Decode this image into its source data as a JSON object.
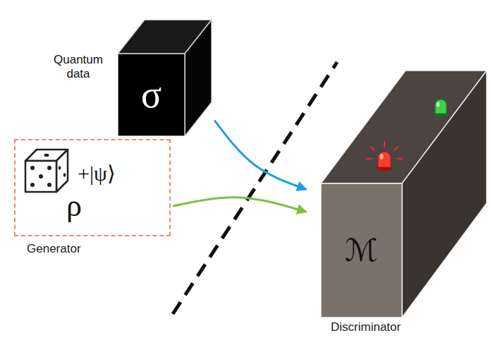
{
  "diagram": {
    "nodes": [
      {
        "text": [
          "Quantum data",
          "σ"
        ]
      },
      {
        "text": [
          "+|ψ⟩",
          "ρ",
          "Generator"
        ]
      },
      {
        "text": [
          "ℳ",
          "Discriminator"
        ]
      }
    ],
    "edges": [
      {
        "from": 0,
        "to": 2,
        "arrow": "to"
      },
      {
        "from": 1,
        "to": 2,
        "arrow": "to"
      }
    ]
  }
}
